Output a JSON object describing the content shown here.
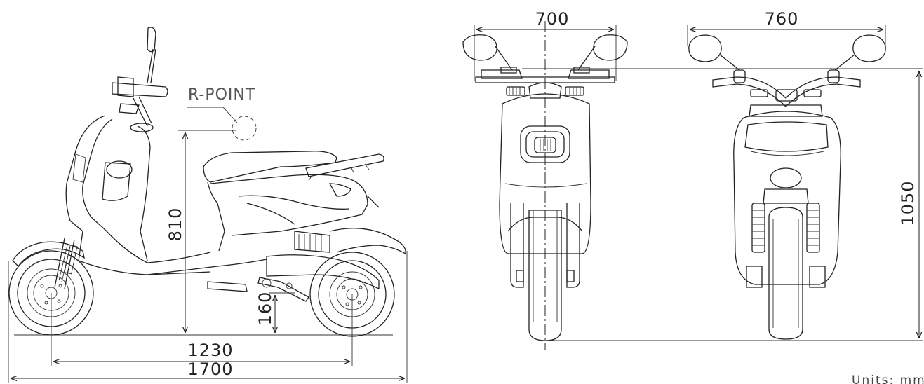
{
  "labels": {
    "r_point": "R-POINT",
    "units": "Units: mm"
  },
  "dimensions": {
    "wheelbase": "1230",
    "overall_length": "1700",
    "seat_height": "810",
    "ground_clearance": "160",
    "front_width": "700",
    "rear_width": "760",
    "overall_height": "1050"
  }
}
